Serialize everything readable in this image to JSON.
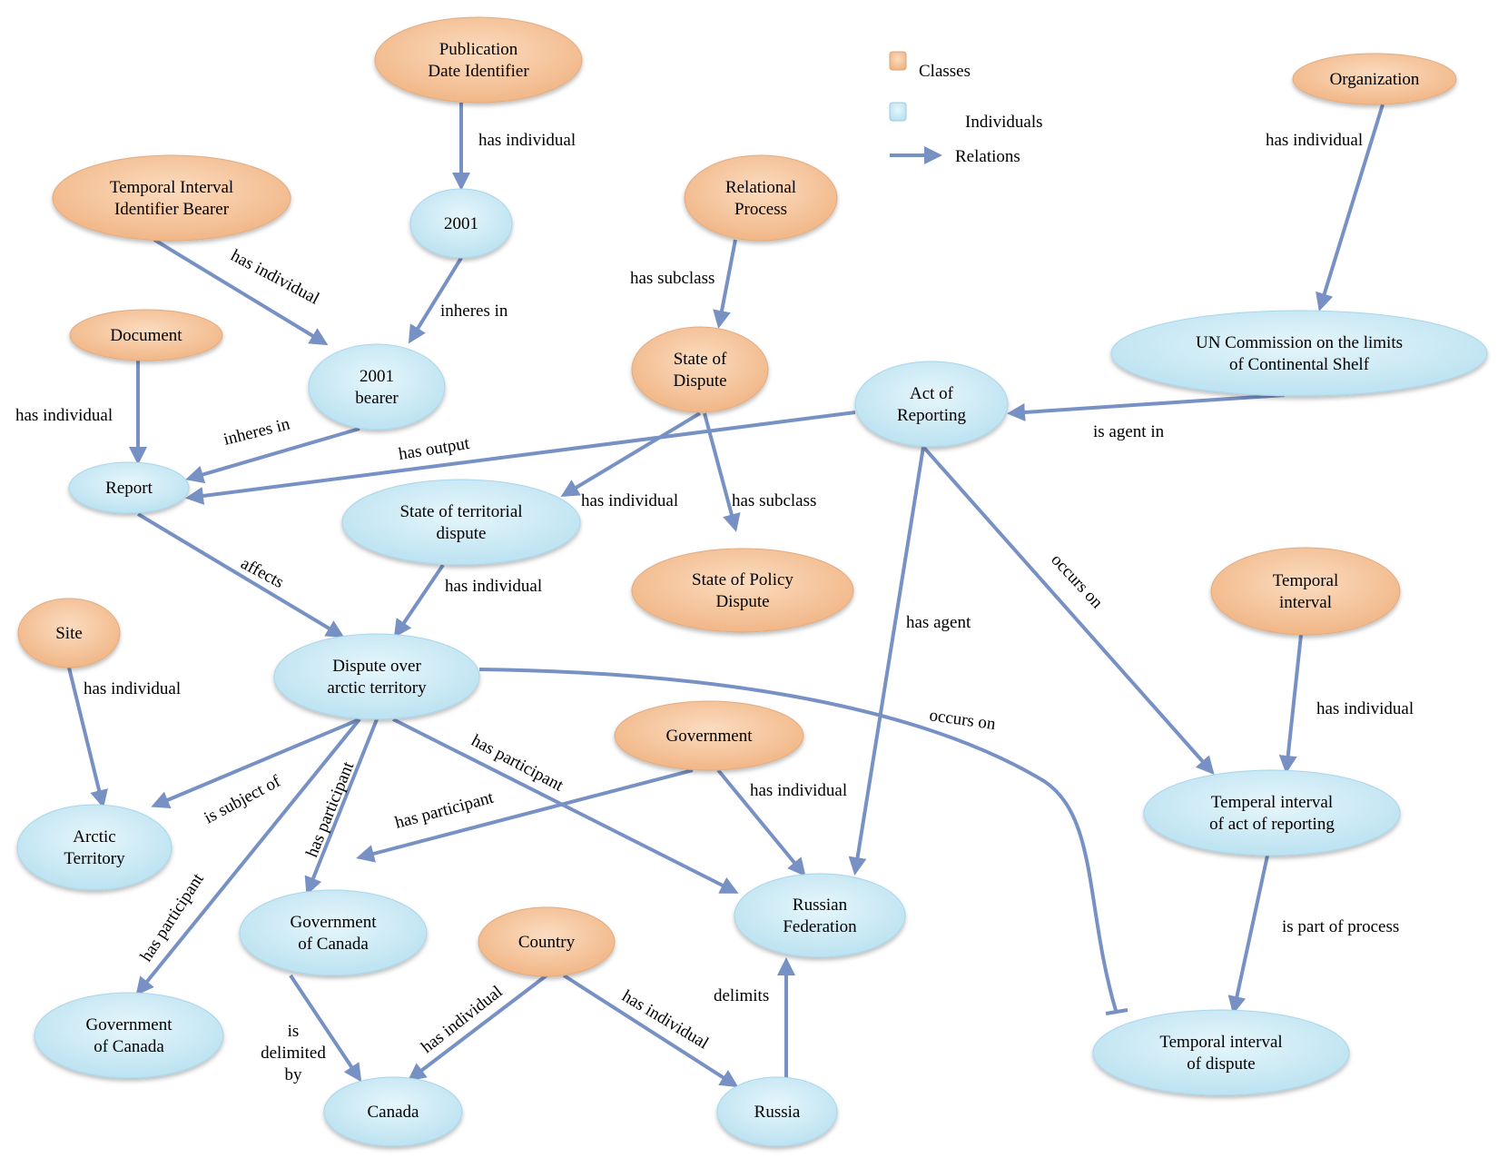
{
  "legend": {
    "classes": "Classes",
    "individuals": "Individuals",
    "relations": "Relations"
  },
  "colors": {
    "class_fill": "#f6c69e",
    "individual_fill": "#cdebf6",
    "edge": "#7791c4"
  },
  "nodes": {
    "publication_date_identifier": {
      "kind": "class",
      "lines": [
        "Publication",
        "Date Identifier"
      ]
    },
    "temporal_interval_identifier_bearer": {
      "kind": "class",
      "lines": [
        "Temporal Interval",
        "Identifier Bearer"
      ]
    },
    "relational_process": {
      "kind": "class",
      "lines": [
        "Relational",
        "Process"
      ]
    },
    "organization": {
      "kind": "class",
      "lines": [
        "Organization"
      ]
    },
    "document": {
      "kind": "class",
      "lines": [
        "Document"
      ]
    },
    "state_of_dispute": {
      "kind": "class",
      "lines": [
        "State of",
        "Dispute"
      ]
    },
    "state_of_policy_dispute": {
      "kind": "class",
      "lines": [
        "State of Policy",
        "Dispute"
      ]
    },
    "site": {
      "kind": "class",
      "lines": [
        "Site"
      ]
    },
    "government": {
      "kind": "class",
      "lines": [
        "Government"
      ]
    },
    "temporal_interval": {
      "kind": "class",
      "lines": [
        "Temporal",
        "interval"
      ]
    },
    "country": {
      "kind": "class",
      "lines": [
        "Country"
      ]
    },
    "n2001": {
      "kind": "individual",
      "lines": [
        "2001"
      ]
    },
    "n2001_bearer": {
      "kind": "individual",
      "lines": [
        "2001",
        "bearer"
      ]
    },
    "report": {
      "kind": "individual",
      "lines": [
        "Report"
      ]
    },
    "un_commission": {
      "kind": "individual",
      "lines": [
        "UN Commission on the limits",
        "of Continental Shelf"
      ]
    },
    "act_of_reporting": {
      "kind": "individual",
      "lines": [
        "Act of",
        "Reporting"
      ]
    },
    "state_of_territorial_dispute": {
      "kind": "individual",
      "lines": [
        "State of territorial",
        "dispute"
      ]
    },
    "dispute_over_arctic_territory": {
      "kind": "individual",
      "lines": [
        "Dispute over",
        "arctic territory"
      ]
    },
    "arctic_territory": {
      "kind": "individual",
      "lines": [
        "Arctic",
        "Territory"
      ]
    },
    "government_of_canada_1": {
      "kind": "individual",
      "lines": [
        "Government",
        "of Canada"
      ]
    },
    "government_of_canada_2": {
      "kind": "individual",
      "lines": [
        "Government",
        "of Canada"
      ]
    },
    "russian_federation": {
      "kind": "individual",
      "lines": [
        "Russian",
        "Federation"
      ]
    },
    "temperal_interval_act": {
      "kind": "individual",
      "lines": [
        "Temperal interval",
        "of act of reporting"
      ]
    },
    "temporal_interval_dispute": {
      "kind": "individual",
      "lines": [
        "Temporal interval",
        "of dispute"
      ]
    },
    "canada": {
      "kind": "individual",
      "lines": [
        "Canada"
      ]
    },
    "russia": {
      "kind": "individual",
      "lines": [
        "Russia"
      ]
    }
  },
  "edges": {
    "pdi_2001": {
      "label": [
        "has individual"
      ],
      "from": "Publication Date Identifier",
      "to": "2001"
    },
    "2001_bearer": {
      "label": [
        "inheres in"
      ],
      "from": "2001",
      "to": "2001 bearer"
    },
    "tiib_bearer": {
      "label": [
        "has individual"
      ],
      "from": "Temporal Interval Identifier Bearer",
      "to": "2001 bearer"
    },
    "bearer_report": {
      "label": [
        "inheres in"
      ],
      "from": "2001 bearer",
      "to": "Report"
    },
    "document_report": {
      "label": [
        "has individual"
      ],
      "from": "Document",
      "to": "Report"
    },
    "rp_sod": {
      "label": [
        "has subclass"
      ],
      "from": "Relational Process",
      "to": "State of Dispute"
    },
    "sod_sotd": {
      "label": [
        "has individual"
      ],
      "from": "State of Dispute",
      "to": "State of territorial dispute"
    },
    "sod_sopd": {
      "label": [
        "has subclass"
      ],
      "from": "State of Dispute",
      "to": "State of Policy Dispute"
    },
    "aor_report": {
      "label": [
        "has output"
      ],
      "from": "Act of Reporting",
      "to": "Report"
    },
    "org_un": {
      "label": [
        "has individual"
      ],
      "from": "Organization",
      "to": "UN Commission on the limits of Continental Shelf"
    },
    "un_aor": {
      "label": [
        "is agent in"
      ],
      "from": "UN Commission on the limits of Continental Shelf",
      "to": "Act of Reporting"
    },
    "report_dispute": {
      "label": [
        "affects"
      ],
      "from": "Report",
      "to": "Dispute over arctic territory"
    },
    "sotd_dispute": {
      "label": [
        "has individual"
      ],
      "from": "State of territorial dispute",
      "to": "Dispute over arctic territory"
    },
    "aor_occurs": {
      "label": [
        "occurs on"
      ],
      "from": "Act of Reporting",
      "to": "Temperal interval of act of reporting"
    },
    "aor_agent": {
      "label": [
        "has agent"
      ],
      "from": "Act of Reporting",
      "to": "Russian Federation"
    },
    "ti_tiact": {
      "label": [
        "has individual"
      ],
      "from": "Temporal interval",
      "to": "Temperal interval of act of reporting"
    },
    "site_arctic": {
      "label": [
        "has individual"
      ],
      "from": "Site",
      "to": "Arctic Territory"
    },
    "dispute_occurs": {
      "label": [
        "occurs on"
      ],
      "from": "Dispute over arctic territory",
      "to": "Temporal interval of dispute"
    },
    "dispute_subject": {
      "label": [
        "is subject of"
      ],
      "from": "Dispute over arctic territory",
      "to": "Arctic Territory"
    },
    "dispute_part_goc2": {
      "label": [
        "has participant"
      ],
      "from": "Dispute over arctic territory",
      "to": "Government of Canada"
    },
    "dispute_part_goc1": {
      "label": [
        "has participant"
      ],
      "from": "Dispute over arctic territory",
      "to": "Government of Canada"
    },
    "dispute_part_rf": {
      "label": [
        "has participant"
      ],
      "from": "Dispute over arctic territory",
      "to": "Russian Federation"
    },
    "gov_part": {
      "label": [
        "has participant"
      ],
      "from": "Government",
      "to": "Government of Canada"
    },
    "gov_rf": {
      "label": [
        "has individual"
      ],
      "from": "Government",
      "to": "Russian Federation"
    },
    "tiact_tidispute": {
      "label": [
        "is part of process"
      ],
      "from": "Temperal interval of act of reporting",
      "to": "Temporal interval of dispute"
    },
    "goc_canada": {
      "label": [
        "is",
        "delimited",
        "by"
      ],
      "from": "Government of Canada",
      "to": "Canada"
    },
    "country_canada": {
      "label": [
        "has individual"
      ],
      "from": "Country",
      "to": "Canada"
    },
    "country_russia": {
      "label": [
        "has individual"
      ],
      "from": "Country",
      "to": "Russia"
    },
    "russia_rf": {
      "label": [
        "delimits"
      ],
      "from": "Russia",
      "to": "Russian Federation"
    }
  }
}
